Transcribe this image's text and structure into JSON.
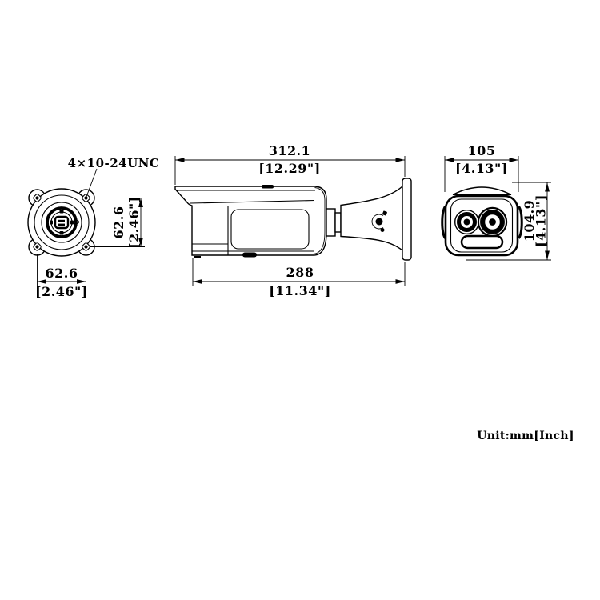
{
  "drawing": {
    "unit_note": "Unit:mm[Inch]",
    "rear_view": {
      "thread_label": "4×10-24UNC",
      "bolt_spacing_vertical_mm": "62.6",
      "bolt_spacing_vertical_in": "[2.46\"]",
      "bolt_spacing_horizontal_mm": "62.6",
      "bolt_spacing_horizontal_in": "[2.46\"]"
    },
    "side_view": {
      "total_length_mm": "312.1",
      "total_length_in": "[12.29\"]",
      "body_length_mm": "288",
      "body_length_in": "[11.34\"]"
    },
    "front_view": {
      "width_mm": "105",
      "width_in": "[4.13\"]",
      "height_mm": "104.9",
      "height_in": "[4.13\"]"
    },
    "colors": {
      "ink": "#000000",
      "paper": "#ffffff"
    }
  }
}
